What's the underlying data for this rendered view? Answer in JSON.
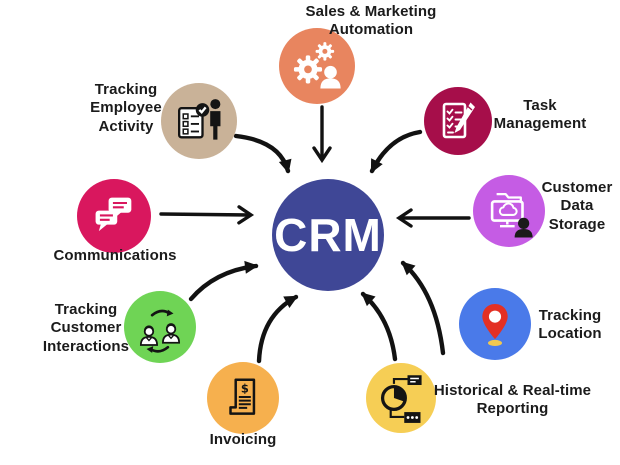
{
  "background": "#FFFFFF",
  "arrow_color": "#121212",
  "text_color": "#1B1B1B",
  "center": {
    "label": "CRM",
    "color": "#3F4796",
    "text_color": "#FFFFFF"
  },
  "nodes": [
    {
      "id": "sales-marketing-automation",
      "label": "Sales & Marketing\nAutomation",
      "icon": "gears-person-icon",
      "color": "#E8855F"
    },
    {
      "id": "task-management",
      "label": "Task\nManagement",
      "icon": "checklist-pen-icon",
      "color": "#A60E4A"
    },
    {
      "id": "customer-data-storage",
      "label": "Customer\nData\nStorage",
      "icon": "cloud-folder-monitor-icon",
      "color": "#C55CE4"
    },
    {
      "id": "tracking-location",
      "label": "Tracking\nLocation",
      "icon": "map-pin-icon",
      "color": "#4A7AE9"
    },
    {
      "id": "historical-realtime-reporting",
      "label": "Historical & Real-time\nReporting",
      "icon": "pie-chart-report-icon",
      "color": "#F6CE55"
    },
    {
      "id": "invoicing",
      "label": "Invoicing",
      "icon": "invoice-receipt-icon",
      "color": "#F6B04E"
    },
    {
      "id": "tracking-customer-interactions",
      "label": "Tracking\nCustomer\nInteractions",
      "icon": "people-exchange-icon",
      "color": "#6FD455"
    },
    {
      "id": "communications",
      "label": "Communications",
      "icon": "chat-bubbles-icon",
      "color": "#D9175E"
    },
    {
      "id": "tracking-employee-activity",
      "label": "Tracking\nEmployee\nActivity",
      "icon": "employee-checklist-icon",
      "color": "#C9B298"
    }
  ]
}
